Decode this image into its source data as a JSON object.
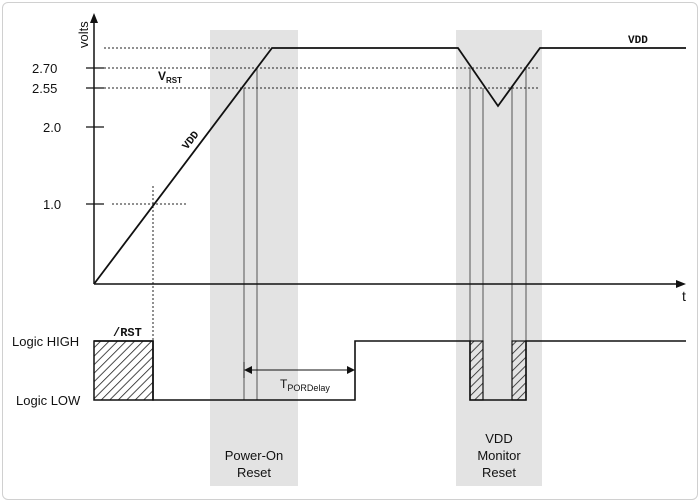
{
  "axes": {
    "y_label": "volts",
    "x_label": "t",
    "y_ticks": [
      "2.70",
      "2.55",
      "2.0",
      "1.0"
    ]
  },
  "signals": {
    "vdd_top": "VDD",
    "vdd_ramp": "VDD",
    "vrst_main": "V",
    "vrst_sub": "RST",
    "rst": "/RST"
  },
  "logic": {
    "high": "Logic HIGH",
    "low": "Logic LOW"
  },
  "timing": {
    "tpor_main": "T",
    "tpor_sub": "PORDelay"
  },
  "regions": {
    "power_on": [
      "Power-On",
      "Reset"
    ],
    "vdd_monitor": [
      "VDD",
      "Monitor",
      "Reset"
    ]
  },
  "colors": {
    "shade": "#e3e3e3",
    "line": "#111111"
  }
}
